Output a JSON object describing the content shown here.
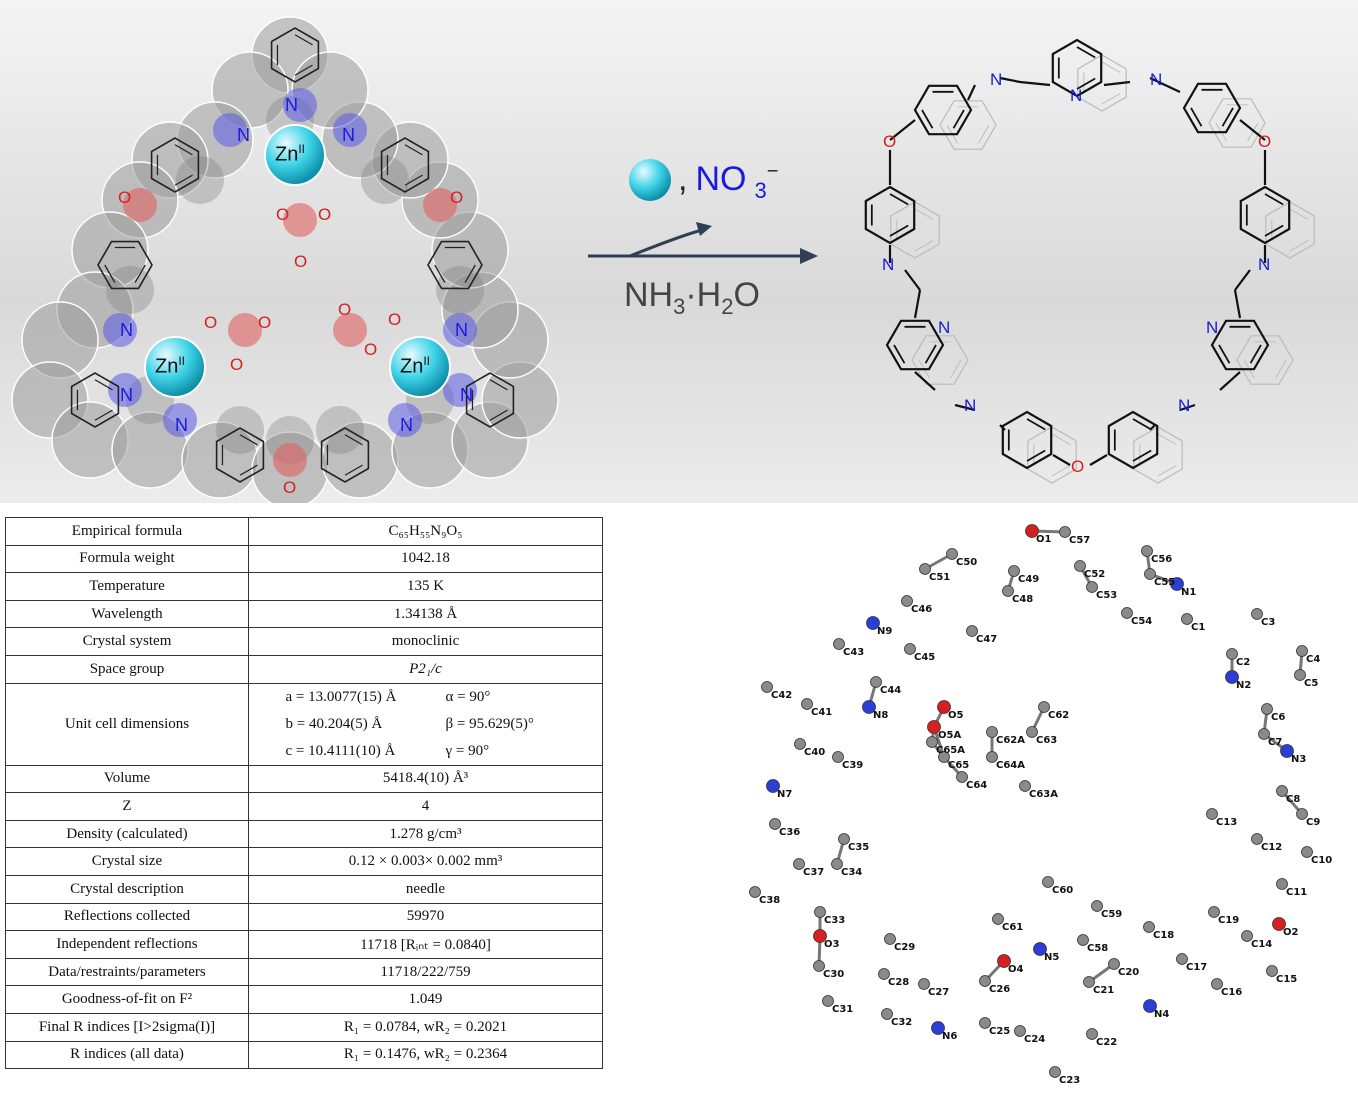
{
  "left_complex": {
    "metal_label": "Zn",
    "metal_oxidation": "II",
    "atom_n": "N",
    "atom_o": "O"
  },
  "reaction": {
    "removed_ion": "NO",
    "removed_ion_sub": "3",
    "removed_ion_charge": "−",
    "comma": ",",
    "reagent_parts": [
      "NH",
      "3",
      "·H",
      "2",
      "O"
    ],
    "metal_ball_color": "#3fd3e8"
  },
  "ligand": {
    "atom_n": "N",
    "atom_o": "O"
  },
  "table": {
    "rows": [
      {
        "label": "Empirical formula",
        "value": "C₆₅H₅₅N₉O₅"
      },
      {
        "label": "Formula weight",
        "value": "1042.18"
      },
      {
        "label": "Temperature",
        "value": "135 K"
      },
      {
        "label": "Wavelength",
        "value": "1.34138 Å"
      },
      {
        "label": "Crystal system",
        "value": "monoclinic"
      },
      {
        "label": "Space group",
        "value": "P2₁/c"
      },
      {
        "label": "Unit cell dimensions",
        "lines": [
          [
            "a = 13.0077(15) Å",
            "α = 90°"
          ],
          [
            "b = 40.204(5) Å",
            "β = 95.629(5)°"
          ],
          [
            "c = 10.4111(10) Å",
            "γ = 90°"
          ]
        ]
      },
      {
        "label": "Volume",
        "value": "5418.4(10) Å³"
      },
      {
        "label": "Z",
        "value": "4"
      },
      {
        "label": "Density (calculated)",
        "value": "1.278 g/cm³"
      },
      {
        "label": "Crystal size",
        "value": "0.12 × 0.003× 0.002 mm³"
      },
      {
        "label": "Crystal description",
        "value": "needle"
      },
      {
        "label": "Reflections collected",
        "value": "59970"
      },
      {
        "label": "Independent reflections",
        "value": "11718 [Rᵢₙₜ = 0.0840]"
      },
      {
        "label": "Data/restraints/parameters",
        "value": "11718/222/759"
      },
      {
        "label": "Goodness-of-fit on F²",
        "value": "1.049"
      },
      {
        "label": "Final R indices [I>2sigma(I)]",
        "value": "R₁ = 0.0784, wR₂ = 0.2021"
      },
      {
        "label": "R indices (all data)",
        "value": "R₁ = 0.1476, wR₂ = 0.2364"
      }
    ]
  },
  "crystal_structure": {
    "atom_labels": [
      "O1",
      "C57",
      "C56",
      "C50",
      "C49",
      "C52",
      "C55",
      "N1",
      "C51",
      "C48",
      "C53",
      "C54",
      "C1",
      "C3",
      "C46",
      "C47",
      "N9",
      "C4",
      "C2",
      "C43",
      "C45",
      "C44",
      "N2",
      "C5",
      "C42",
      "C41",
      "N8",
      "O5",
      "C62",
      "O5A",
      "C62A",
      "C63",
      "C65A",
      "C6",
      "C40",
      "C39",
      "C65",
      "C64A",
      "C7",
      "N3",
      "C64",
      "C63A",
      "N7",
      "C8",
      "C13",
      "C9",
      "C36",
      "C35",
      "C12",
      "C10",
      "C37",
      "C34",
      "C11",
      "C38",
      "C60",
      "C59",
      "C33",
      "C19",
      "O2",
      "C61",
      "C18",
      "C14",
      "O3",
      "C29",
      "C58",
      "O4",
      "C17",
      "C15",
      "N5",
      "C20",
      "C30",
      "C28",
      "C27",
      "C26",
      "C16",
      "C21",
      "N4",
      "C31",
      "C32",
      "N6",
      "C25",
      "C24",
      "C22",
      "C23"
    ],
    "colors": {
      "carbon": "#8a8a8a",
      "nitrogen": "#2b3fd6",
      "oxygen": "#d42020"
    }
  }
}
